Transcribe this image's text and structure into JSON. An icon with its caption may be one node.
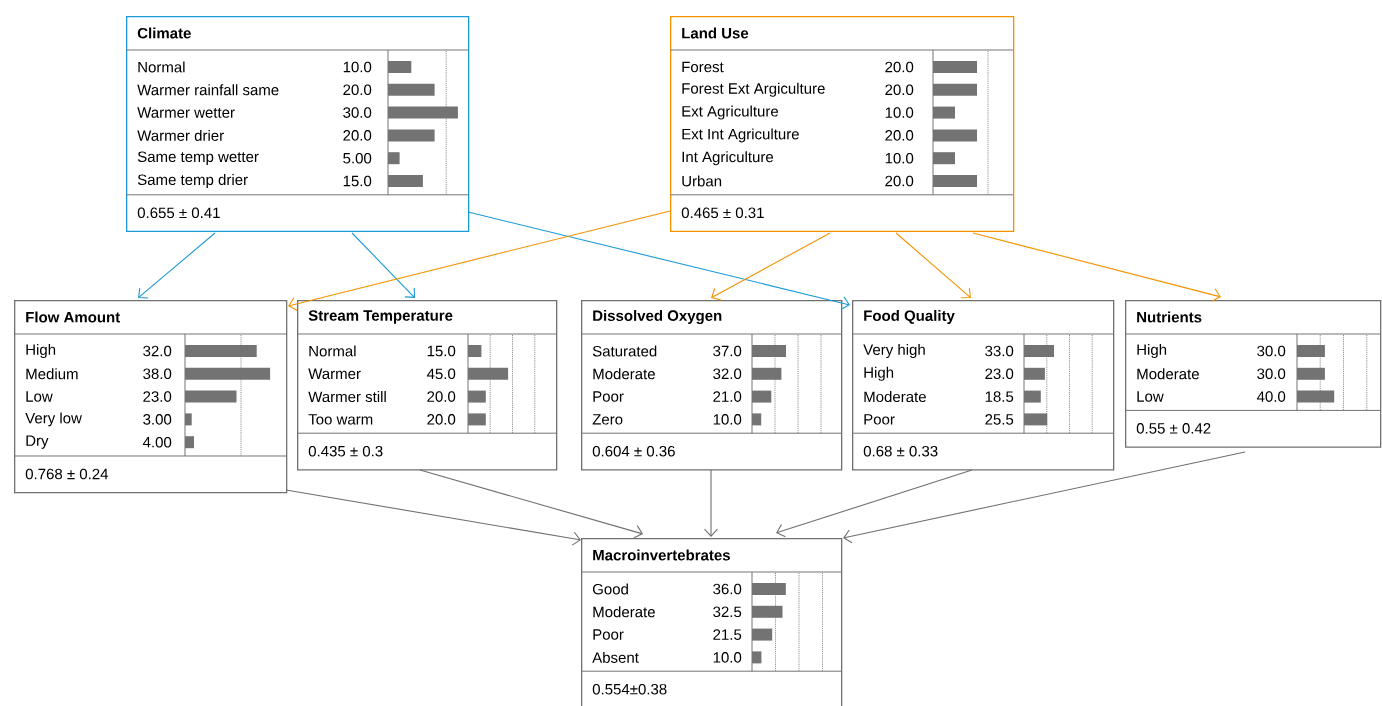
{
  "diagram": {
    "nodes": [
      {
        "text": [
          "Climate",
          "Normal",
          "10.0",
          "Warmer rainfall same",
          "20.0",
          "Warmer wetter",
          "30.0",
          "Warmer drier",
          "20.0",
          "Same temp wetter",
          "5.00",
          "Same temp drier",
          "15.0",
          "0.655 ± 0.41"
        ]
      },
      {
        "text": [
          "Land Use",
          "Forest",
          "20.0",
          "Forest Ext Argiculture",
          "20.0",
          "Ext Agriculture",
          "10.0",
          "Ext Int Agriculture",
          "20.0",
          "Int Agriculture",
          "10.0",
          "Urban",
          "20.0",
          "0.465 ± 0.31"
        ]
      },
      {
        "text": [
          "Flow Amount",
          "High",
          "32.0",
          "Medium",
          "38.0",
          "Low",
          "23.0",
          "Very low",
          "3.00",
          "Dry",
          "4.00",
          "0.768 ± 0.24"
        ]
      },
      {
        "text": [
          "Stream Temperature",
          "Normal",
          "15.0",
          "Warmer",
          "45.0",
          "Warmer still",
          "20.0",
          "Too warm",
          "20.0",
          "0.435 ± 0.3"
        ]
      },
      {
        "text": [
          "Dissolved Oxygen",
          "Saturated",
          "37.0",
          "Moderate",
          "32.0",
          "Poor",
          "21.0",
          "Zero",
          "10.0",
          "0.604 ± 0.36"
        ]
      },
      {
        "text": [
          "Food Quality",
          "Very high",
          "33.0",
          "High",
          "23.0",
          "Moderate",
          "18.5",
          "Poor",
          "25.5",
          "0.68 ± 0.33"
        ]
      },
      {
        "text": [
          "Nutrients",
          "High",
          "30.0",
          "Moderate",
          "30.0",
          "Low",
          "40.0",
          "0.55 ± 0.42"
        ]
      },
      {
        "text": [
          "Macroinvertebrates",
          "Good",
          "36.0",
          "Moderate",
          "32.5",
          "Poor",
          "21.5",
          "Absent",
          "10.0",
          "0.554±0.38"
        ]
      }
    ],
    "edges": [
      {
        "from": 0,
        "to": 2,
        "arrow": "to",
        "color": "#1b9ad6"
      },
      {
        "from": 0,
        "to": 3,
        "arrow": "to",
        "color": "#1b9ad6"
      },
      {
        "from": 0,
        "to": 5,
        "arrow": "to",
        "color": "#1b9ad6"
      },
      {
        "from": 1,
        "to": 2,
        "arrow": "to",
        "color": "#f39200"
      },
      {
        "from": 1,
        "to": 4,
        "arrow": "to",
        "color": "#f39200"
      },
      {
        "from": 1,
        "to": 5,
        "arrow": "to",
        "color": "#f39200"
      },
      {
        "from": 1,
        "to": 6,
        "arrow": "to",
        "color": "#f39200"
      },
      {
        "from": 2,
        "to": 7,
        "arrow": "to"
      },
      {
        "from": 3,
        "to": 7,
        "arrow": "to"
      },
      {
        "from": 4,
        "to": 7,
        "arrow": "to"
      },
      {
        "from": 5,
        "to": 7,
        "arrow": "to"
      },
      {
        "from": 6,
        "to": 7,
        "arrow": "to"
      }
    ]
  }
}
